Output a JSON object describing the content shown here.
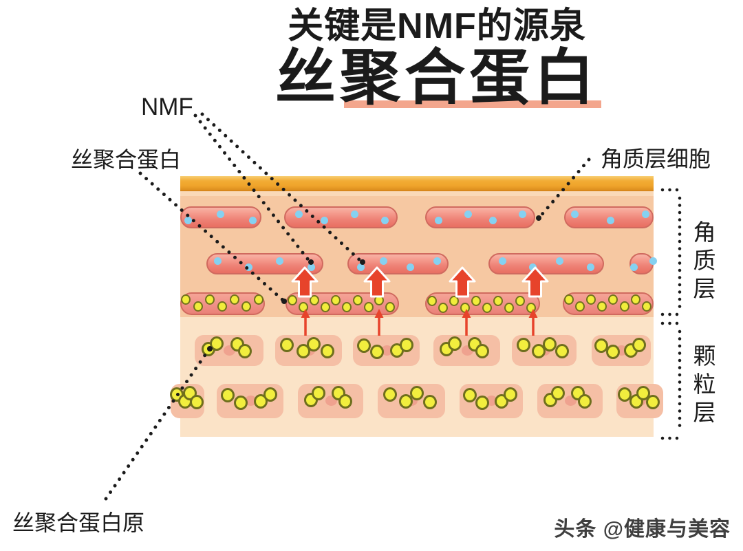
{
  "title": {
    "line1": "关键是NMF的源泉",
    "line2": "丝聚合蛋白"
  },
  "labels": {
    "nmf": "NMF",
    "filaggrin": "丝聚合蛋白",
    "corneocyte": "角质层细胞",
    "profilaggrin": "丝聚合蛋白原",
    "stratum_corneum": "角质层",
    "granular_layer": "颗粒层"
  },
  "watermark": "头条 @健康与美容",
  "colors": {
    "accent_red": "#E7432B",
    "lipid_orange": "#EFA42B",
    "upper_skin_bg": "#F6C8A2",
    "lower_skin_bg": "#FBE3C7",
    "cell_pink": "#EE8276",
    "cell_border": "#D06A5F",
    "nmf_dot_blue": "#85D1F1",
    "granule_yellow": "#F1ED3B",
    "granule_ring": "#72721E",
    "underline_salmon": "#F3A68D",
    "text_black": "#1B1B1B",
    "watermark_gray": "#3F3F3F"
  }
}
